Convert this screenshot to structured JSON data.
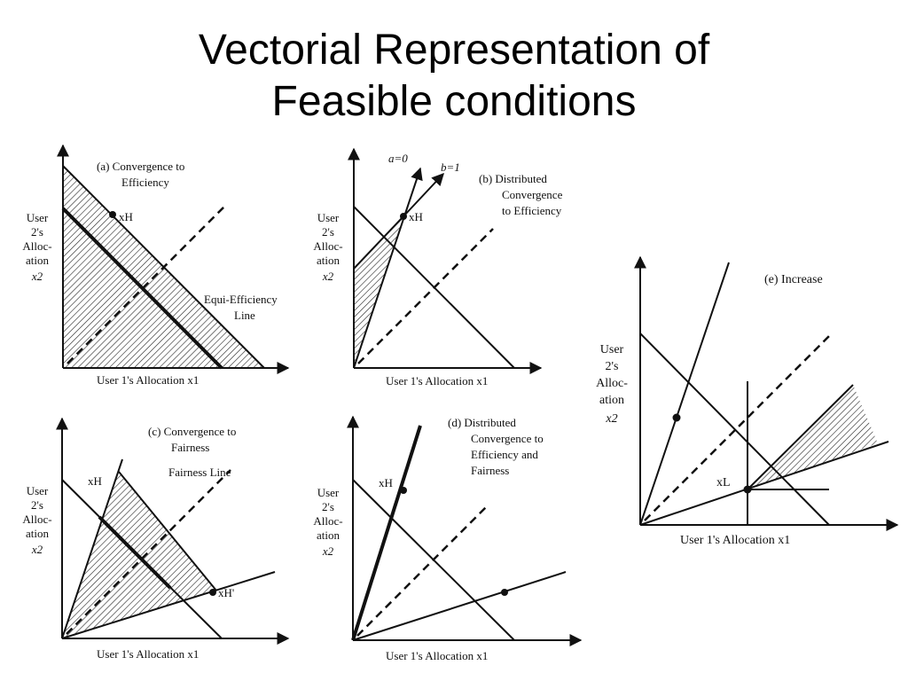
{
  "title": {
    "line1": "Vectorial Representation of",
    "line2": "Feasible conditions"
  },
  "ylabel": [
    "User",
    "2's",
    "Alloc-",
    "ation",
    "x2"
  ],
  "xlabel": "User 1's Allocation x1",
  "panels": {
    "a": {
      "caption": [
        "(a)  Convergence to",
        "Efficiency"
      ],
      "point": "xH",
      "line_label": [
        "Equi-Efficiency",
        "Line"
      ]
    },
    "b": {
      "caption": [
        "(b)  Distributed",
        "Convergence",
        "to Efficiency"
      ],
      "point": "xH",
      "ray_a": "a=0",
      "ray_b": "b=1"
    },
    "c": {
      "caption": [
        "(c)  Convergence to",
        "Fairness"
      ],
      "line_label": "Fairness Line",
      "point1": "xH",
      "point2": "xH'"
    },
    "d": {
      "caption": [
        "(d)  Distributed",
        "Convergence to",
        "Efficiency and",
        "Fairness"
      ],
      "point": "xH"
    },
    "e": {
      "caption": "(e)  Increase",
      "point": "xL"
    }
  }
}
